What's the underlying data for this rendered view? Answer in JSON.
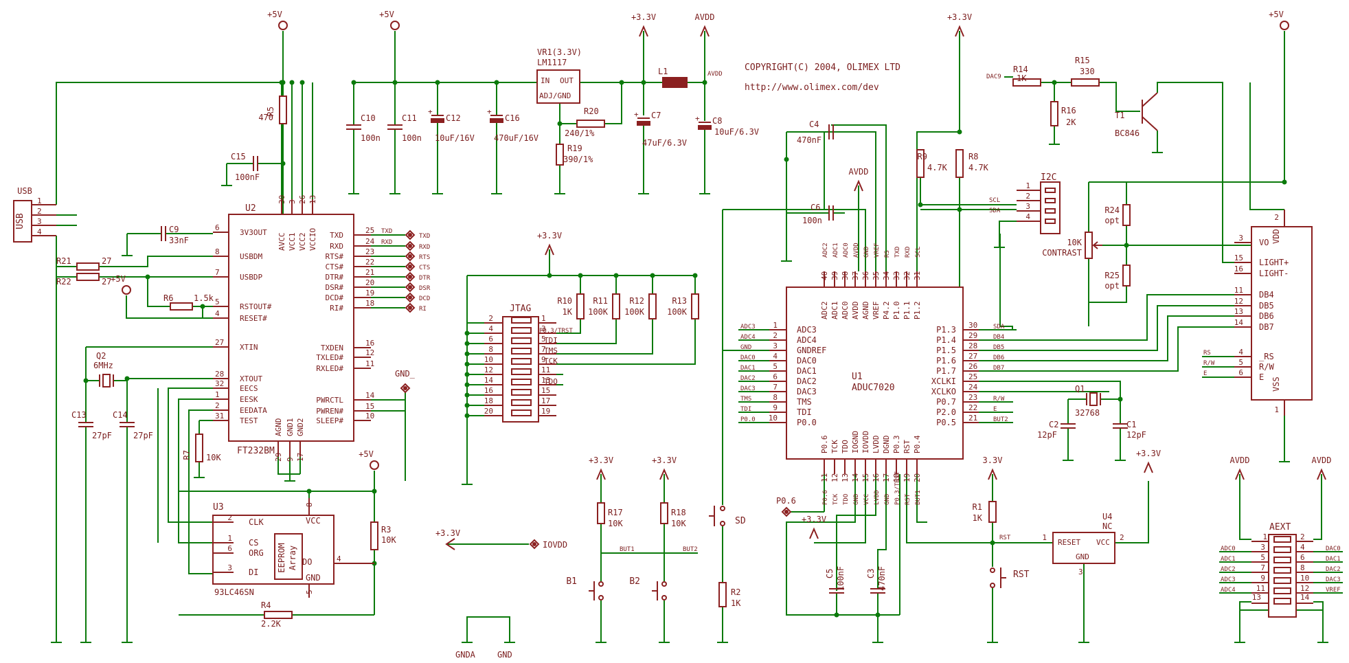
{
  "copyright": "COPYRIGHT(C) 2004, OLIMEX LTD",
  "url": "http://www.olimex.com/dev",
  "supplies": {
    "p5v": "+5V",
    "p33v": "+3.3V",
    "p33v_plain": "3.3V",
    "avdd": "AVDD",
    "gnd": "GND",
    "gnda": "GNDA",
    "gnd_": "GND_",
    "iovdd": "IOVDD"
  },
  "usb": {
    "title": "USB",
    "conn": "USB",
    "pins": [
      "1",
      "2",
      "3",
      "4"
    ]
  },
  "u2": {
    "ref": "U2",
    "value": "FT232BM",
    "left": [
      [
        "6",
        "3V3OUT"
      ],
      [
        "8",
        "USBDM"
      ],
      [
        "7",
        "USBDP"
      ],
      [
        "5",
        "RSTOUT#"
      ],
      [
        "4",
        "RESET#"
      ],
      [
        "27",
        "XTIN"
      ],
      [
        "28",
        "XTOUT"
      ],
      [
        "32",
        "EECS"
      ],
      [
        "1",
        "EESK"
      ],
      [
        "2",
        "EEDATA"
      ],
      [
        "31",
        "TEST"
      ]
    ],
    "right": [
      [
        "25",
        "TXD"
      ],
      [
        "24",
        "RXD"
      ],
      [
        "23",
        "RTS#"
      ],
      [
        "22",
        "CTS#"
      ],
      [
        "21",
        "DTR#"
      ],
      [
        "20",
        "DSR#"
      ],
      [
        "19",
        "DCD#"
      ],
      [
        "18",
        "RI#"
      ],
      [
        "16",
        "TXDEN"
      ],
      [
        "12",
        "TXLED#"
      ],
      [
        "11",
        "RXLED#"
      ],
      [
        "14",
        "PWRCTL"
      ],
      [
        "15",
        "PWREN#"
      ],
      [
        "10",
        "SLEEP#"
      ]
    ],
    "top": [
      [
        "30",
        "AVCC"
      ],
      [
        "3",
        "VCC1"
      ],
      [
        "26",
        "VCC2"
      ],
      [
        "13",
        "VCCIO"
      ]
    ],
    "bottom": [
      [
        "29",
        "AGND"
      ],
      [
        "9",
        "GND1"
      ],
      [
        "17",
        "GND2"
      ]
    ]
  },
  "u2_nets": [
    "TXD",
    "RXD",
    "RTS",
    "CTS",
    "DTR",
    "DSR",
    "DCD",
    "RI"
  ],
  "passives": {
    "r5": [
      "R5",
      "470"
    ],
    "c15": [
      "C15",
      "100nF"
    ],
    "c9": [
      "C9",
      "33nF"
    ],
    "r21": [
      "R21",
      "27"
    ],
    "r22": [
      "R22",
      "27"
    ],
    "r6": [
      "R6",
      "1.5k"
    ],
    "q2": [
      "Q2",
      "6MHz"
    ],
    "c13": [
      "C13",
      "27pF"
    ],
    "c14": [
      "C14",
      "27pF"
    ],
    "r7": [
      "R7",
      "10K"
    ],
    "r3": [
      "R3",
      "10K"
    ],
    "r4": [
      "R4",
      "2.2K"
    ],
    "c10": [
      "C10",
      "100n"
    ],
    "c11": [
      "C11",
      "100n"
    ],
    "c12": [
      "C12",
      "10uF/16V"
    ],
    "c16": [
      "C16",
      "470uF/16V"
    ],
    "r20": [
      "R20",
      "240/1%"
    ],
    "r19": [
      "R19",
      "390/1%"
    ],
    "c7": [
      "C7",
      "47uF/6.3V"
    ],
    "l1": [
      "L1",
      ""
    ],
    "c8": [
      "C8",
      "10uF/6.3V"
    ],
    "c4": [
      "C4",
      "470nF"
    ],
    "c6": [
      "C6",
      "100n"
    ],
    "r9": [
      "R9",
      "4.7K"
    ],
    "r8": [
      "R8",
      "4.7K"
    ],
    "r14": [
      "R14",
      "1K"
    ],
    "r15": [
      "R15",
      "330"
    ],
    "r16": [
      "R16",
      "2K"
    ],
    "t1": [
      "T1",
      "BC846"
    ],
    "r24": [
      "R24",
      "opt"
    ],
    "r25": [
      "R25",
      "opt"
    ],
    "contrast": [
      "10K",
      "CONTRAST"
    ],
    "r10": [
      "R10",
      "1K"
    ],
    "r11": [
      "R11",
      "100K"
    ],
    "r12": [
      "R12",
      "100K"
    ],
    "r13": [
      "R13",
      "100K"
    ],
    "r17": [
      "R17",
      "10K"
    ],
    "r18": [
      "R18",
      "10K"
    ],
    "r2": [
      "R2",
      "1K"
    ],
    "r1": [
      "R1",
      "1K"
    ],
    "c5": [
      "C5",
      "100nF"
    ],
    "c3": [
      "C3",
      "470nF"
    ],
    "q1": [
      "Q1",
      "32768"
    ],
    "c2": [
      "C2",
      "12pF"
    ],
    "c1": [
      "C1",
      "12pF"
    ]
  },
  "vr1": {
    "ref": "VR1(3.3V)",
    "value": "LM1117",
    "in": "IN",
    "out": "OUT",
    "adj": "ADJ/GND",
    "avdd_net": "AVDD"
  },
  "u3": {
    "ref": "U3",
    "value": "93LC46SN",
    "array": [
      "EEPROM",
      "Array"
    ],
    "pins": [
      [
        "2",
        "CLK"
      ],
      [
        "1",
        "CS"
      ],
      [
        "6",
        "ORG"
      ],
      [
        "3",
        "DI"
      ],
      [
        "4",
        "DO"
      ],
      [
        "8",
        "VCC"
      ],
      [
        "5",
        "GND"
      ]
    ]
  },
  "jtag": {
    "title": "JTAG",
    "left": [
      "2",
      "4",
      "6",
      "8",
      "10",
      "12",
      "14",
      "16",
      "18",
      "20"
    ],
    "right": [
      "1",
      "3",
      "5",
      "7",
      "9",
      "11",
      "13",
      "15",
      "17",
      "19"
    ],
    "nets": [
      "P0.3/TRST",
      "TDI",
      "TMS",
      "TCK",
      "TDO"
    ]
  },
  "u1": {
    "ref": "U1",
    "value": "ADUC7020",
    "left": [
      [
        "1",
        "ADC3"
      ],
      [
        "2",
        "ADC4"
      ],
      [
        "3",
        "GNDREF"
      ],
      [
        "4",
        "DAC0"
      ],
      [
        "5",
        "DAC1"
      ],
      [
        "6",
        "DAC2"
      ],
      [
        "7",
        "DAC3"
      ],
      [
        "8",
        "TMS"
      ],
      [
        "9",
        "TDI"
      ],
      [
        "10",
        "P0.0"
      ]
    ],
    "left_nets": [
      "ADC3",
      "ADC4",
      "GND",
      "DAC0",
      "DAC1",
      "DAC2",
      "DAC3",
      "TMS",
      "TDI",
      "P0.0"
    ],
    "right": [
      [
        "30",
        "P1.3"
      ],
      [
        "29",
        "P1.4"
      ],
      [
        "28",
        "P1.5"
      ],
      [
        "27",
        "P1.6"
      ],
      [
        "26",
        "P1.7"
      ],
      [
        "25",
        "XCLKI"
      ],
      [
        "24",
        "XCLKO"
      ],
      [
        "23",
        "P0.7"
      ],
      [
        "22",
        "P2.0"
      ],
      [
        "21",
        "P0.5"
      ]
    ],
    "right_nets": [
      "SDA",
      "DB4",
      "DB5",
      "DB6",
      "DB7",
      "",
      "",
      "R/W",
      "E",
      "BUT2"
    ],
    "top": [
      [
        "40",
        "ADC2"
      ],
      [
        "39",
        "ADC1"
      ],
      [
        "38",
        "ADC0"
      ],
      [
        "37",
        "AVDD"
      ],
      [
        "36",
        "AGND"
      ],
      [
        "35",
        "VREF"
      ],
      [
        "34",
        "P4.2"
      ],
      [
        "33",
        "P1.0"
      ],
      [
        "32",
        "P1.1"
      ],
      [
        "31",
        "P1.2"
      ]
    ],
    "top_nets": [
      "ADC2",
      "ADC1",
      "ADC0",
      "AVDD",
      "GND",
      "VREF",
      "RS",
      "TXD",
      "RXD",
      "SCL"
    ],
    "bottom": [
      [
        "11",
        "P0.6"
      ],
      [
        "12",
        "TCK"
      ],
      [
        "13",
        "TDO"
      ],
      [
        "14",
        "IOGND"
      ],
      [
        "15",
        "IOVDD"
      ],
      [
        "16",
        "LVDD"
      ],
      [
        "17",
        "DGND"
      ],
      [
        "18",
        "P0.3"
      ],
      [
        "19",
        "RST"
      ],
      [
        "20",
        "P0.4"
      ]
    ],
    "bottom_nets": [
      "P0.6",
      "TCK",
      "TDO",
      "GND",
      "VCC",
      "LVDD",
      "GND",
      "P0.3/TRST",
      "RST",
      "BUT1"
    ]
  },
  "i2c": {
    "title": "I2C",
    "pins": [
      "1",
      "2",
      "3",
      "4"
    ],
    "nets": [
      "SCL",
      "SDA"
    ]
  },
  "lcd": {
    "pins": [
      [
        "2",
        "VDD"
      ],
      [
        "3",
        "VO"
      ],
      [
        "15",
        "LIGHT+"
      ],
      [
        "16",
        "LIGHT-"
      ],
      [
        "11",
        "DB4"
      ],
      [
        "12",
        "DB5"
      ],
      [
        "13",
        "DB6"
      ],
      [
        "14",
        "DB7"
      ],
      [
        "4",
        "_RS"
      ],
      [
        "5",
        "R/W"
      ],
      [
        "6",
        "E"
      ],
      [
        "1",
        "VSS"
      ]
    ],
    "nets": [
      "RS",
      "R/W",
      "E"
    ],
    "dac9": "DAC9"
  },
  "u4": {
    "ref": "U4",
    "value": "NC",
    "pins": [
      [
        "1",
        "RESET"
      ],
      [
        "2",
        "VCC"
      ],
      [
        "3",
        "GND"
      ]
    ],
    "rst": "RST"
  },
  "buttons": {
    "b1": "B1",
    "b2": "B2",
    "sd": "SD",
    "rst": "RST",
    "but1": "BUT1",
    "but2": "BUT2",
    "p06": "P0.6"
  },
  "aext": {
    "title": "AEXT",
    "left": [
      [
        "1",
        ""
      ],
      [
        "3",
        "ADC0"
      ],
      [
        "5",
        "ADC1"
      ],
      [
        "7",
        "ADC2"
      ],
      [
        "9",
        "ADC3"
      ],
      [
        "11",
        "ADC4"
      ],
      [
        "13",
        ""
      ]
    ],
    "right": [
      [
        "2",
        ""
      ],
      [
        "4",
        "DAC0"
      ],
      [
        "6",
        "DAC1"
      ],
      [
        "8",
        "DAC2"
      ],
      [
        "10",
        "DAC3"
      ],
      [
        "12",
        "VREF"
      ],
      [
        "14",
        ""
      ]
    ]
  }
}
